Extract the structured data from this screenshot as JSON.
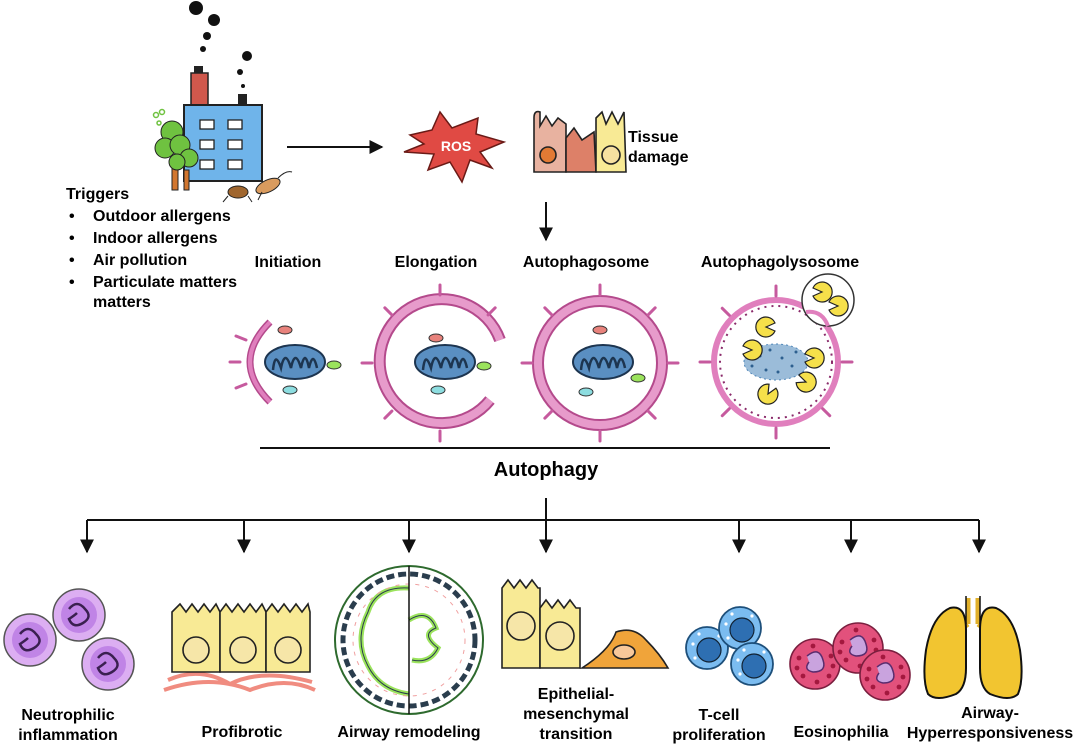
{
  "triggers": {
    "title": "Triggers",
    "items": [
      "Outdoor allergens",
      "Indoor allergens",
      "Air pollution",
      "Particulate matters"
    ]
  },
  "ros": {
    "label": "ROS"
  },
  "tissue": {
    "line1": "Tissue",
    "line2": "damage"
  },
  "stages": {
    "initiation": "Initiation",
    "elongation": "Elongation",
    "autophagosome": "Autophagosome",
    "autophagolysosome": "Autophagolysosome"
  },
  "autophagy": {
    "label": "Autophagy"
  },
  "outcomes": {
    "neutrophilic": {
      "line1": "Neutrophilic",
      "line2": "inflammation"
    },
    "profibrotic": {
      "line1": "Profibrotic"
    },
    "airway_remodeling": {
      "line1": "Airway remodeling"
    },
    "emt": {
      "line1": "Epithelial-",
      "line2": "mesenchymal",
      "line3": "transition"
    },
    "tcell": {
      "line1": "T-cell",
      "line2": "proliferation"
    },
    "eosinophilia": {
      "line1": "Eosinophilia"
    },
    "ahr": {
      "line1": "Airway-",
      "line2": "Hyperresponsiveness"
    }
  },
  "colors": {
    "membrane": "#e07fbd",
    "membrane_dark": "#b44a8c",
    "mito": "#4f86b8",
    "neutrophil": "#d7a5ee",
    "epithelial": "#f8ea95",
    "lung": "#f2c530",
    "tcell": "#6cb2ea",
    "eosinophil": "#e84a78",
    "building": "#6fb4ea",
    "chimney": "#d0584c"
  }
}
